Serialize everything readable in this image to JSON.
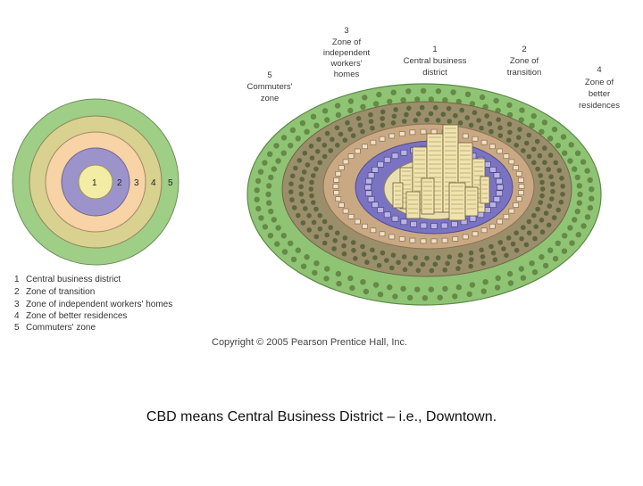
{
  "concentric_diagram": {
    "ring_numbers": [
      "1",
      "2",
      "3",
      "4",
      "5"
    ],
    "colors": {
      "zone1": "#f2eca4",
      "zone2": "#9b93c9",
      "zone3": "#f7d3a5",
      "zone4": "#d8d190",
      "zone5": "#9fce86"
    }
  },
  "legend": [
    {
      "num": "1",
      "text": "Central business district"
    },
    {
      "num": "2",
      "text": "Zone of transition"
    },
    {
      "num": "3",
      "text": "Zone of independent workers' homes"
    },
    {
      "num": "4",
      "text": "Zone of better residences"
    },
    {
      "num": "5",
      "text": "Commuters' zone"
    }
  ],
  "illustration_labels": {
    "zone3": {
      "num": "3",
      "lines": [
        "Zone of",
        "independent",
        "workers'",
        "homes"
      ]
    },
    "zone1": {
      "num": "1",
      "lines": [
        "Central business",
        "district"
      ]
    },
    "zone2": {
      "num": "2",
      "lines": [
        "Zone of",
        "transition"
      ]
    },
    "zone4": {
      "num": "4",
      "lines": [
        "Zone of",
        "better",
        "residences"
      ]
    },
    "zone5": {
      "num": "5",
      "lines": [
        "Commuters'",
        "zone"
      ]
    }
  },
  "illustration_colors": {
    "commuter": "#8fc474",
    "better": "#9a8f6a",
    "independent": "#c9a884",
    "transition": "#7a73c2",
    "cbd": "#e9dfb0",
    "tree": "#5e7f3e",
    "building": "#f0e3ad"
  },
  "copyright": "Copyright © 2005 Pearson Prentice Hall, Inc.",
  "caption": "CBD means Central Business District – i.e., Downtown."
}
